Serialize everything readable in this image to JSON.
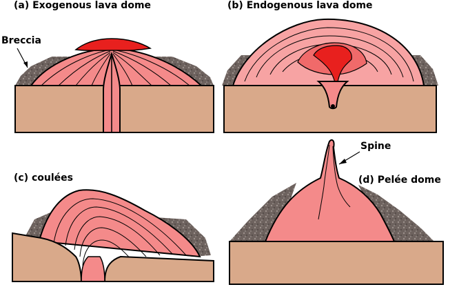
{
  "panels": {
    "a": {
      "title": "(a) Exogenous lava dome",
      "annotation": "Breccia"
    },
    "b": {
      "title": "(b) Endogenous lava dome"
    },
    "c": {
      "title": "(c) coulées"
    },
    "d": {
      "title": "(d) Pelée dome",
      "annotation": "Spine"
    }
  },
  "colors": {
    "ground": "#d9a98a",
    "lava_pink": "#f48a8a",
    "lava_light": "#f7a3a3",
    "lava_red": "#e8201e",
    "breccia": "#6d625e",
    "outline": "#000000"
  }
}
